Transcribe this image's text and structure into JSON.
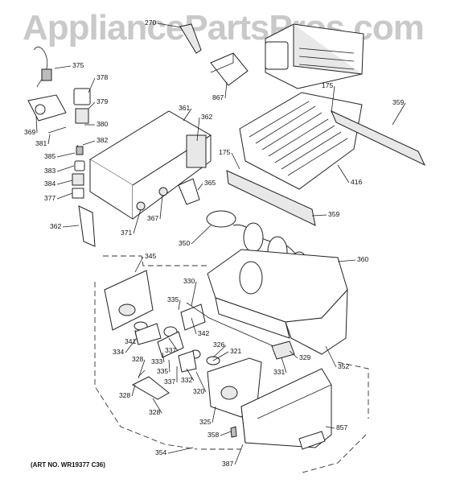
{
  "watermark": "AppliancePartsPros.com",
  "caption": "(ART NO. WR19377 C36)",
  "labels": [
    "270",
    "375",
    "378",
    "379",
    "380",
    "369",
    "381",
    "382",
    "385",
    "383",
    "384",
    "377",
    "362",
    "371",
    "367",
    "361",
    "362",
    "365",
    "867",
    "175",
    "359",
    "175",
    "416",
    "359",
    "350",
    "345",
    "330",
    "335",
    "341",
    "334",
    "337",
    "333",
    "335",
    "337",
    "332",
    "320",
    "326",
    "321",
    "342",
    "328",
    "328",
    "328",
    "325",
    "358",
    "354",
    "387",
    "857",
    "360",
    "352",
    "329",
    "331"
  ],
  "colors": {
    "line": "#222222",
    "watermark": "#c9c9c9",
    "background": "#ffffff"
  }
}
